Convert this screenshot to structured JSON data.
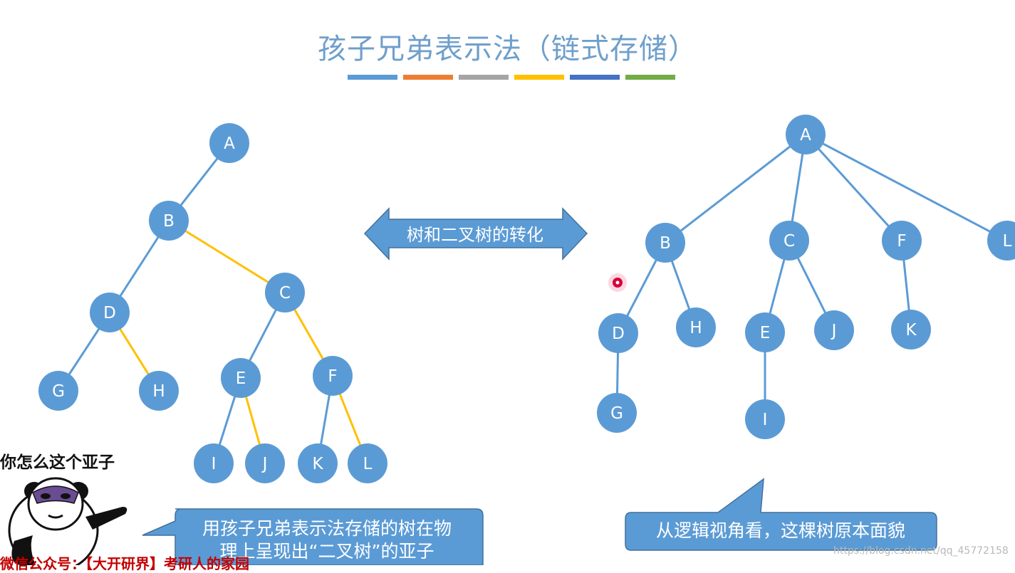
{
  "title": "孩子兄弟表示法（链式存储）",
  "title_bar_colors": [
    "#5b9bd5",
    "#ed7d31",
    "#a5a5a5",
    "#ffc000",
    "#4472c4",
    "#70ad47"
  ],
  "arrow_label": "树和二叉树的转化",
  "callout_left": {
    "line1": "用孩子兄弟表示法存储的树在物",
    "line2": "理上呈现出“二叉树”的亚子"
  },
  "callout_right": "从逻辑视角看，这棵树原本面貌",
  "meme": {
    "caption": "你怎么这个亚子",
    "bottom_text": "微信公众号：【大开研界】考研人的家园"
  },
  "watermark": "https://blog.csdn.net/qq_45772158",
  "colors": {
    "node_fill": "#5b9bd5",
    "child_edge": "#5b9bd5",
    "sibling_edge": "#ffc000",
    "callout_fill": "#5b9bd5",
    "pointer_dot": "#d6003a"
  },
  "left_tree": {
    "nodes": [
      "A",
      "B",
      "C",
      "D",
      "E",
      "F",
      "G",
      "H",
      "I",
      "J",
      "K",
      "L"
    ],
    "child_edges": [
      [
        "A",
        "B"
      ],
      [
        "B",
        "D"
      ],
      [
        "D",
        "G"
      ],
      [
        "C",
        "E"
      ],
      [
        "E",
        "I"
      ],
      [
        "F",
        "K"
      ]
    ],
    "sibling_edges": [
      [
        "B",
        "C"
      ],
      [
        "D",
        "H"
      ],
      [
        "C",
        "F"
      ],
      [
        "E",
        "J"
      ],
      [
        "F",
        "L"
      ]
    ]
  },
  "right_tree": {
    "nodes": [
      "A",
      "B",
      "C",
      "F",
      "L",
      "D",
      "H",
      "E",
      "J",
      "K",
      "G",
      "I"
    ],
    "edges": [
      [
        "A",
        "B"
      ],
      [
        "A",
        "C"
      ],
      [
        "A",
        "F"
      ],
      [
        "A",
        "L"
      ],
      [
        "B",
        "D"
      ],
      [
        "B",
        "H"
      ],
      [
        "C",
        "E"
      ],
      [
        "C",
        "J"
      ],
      [
        "F",
        "K"
      ],
      [
        "D",
        "G"
      ],
      [
        "E",
        "I"
      ]
    ]
  }
}
